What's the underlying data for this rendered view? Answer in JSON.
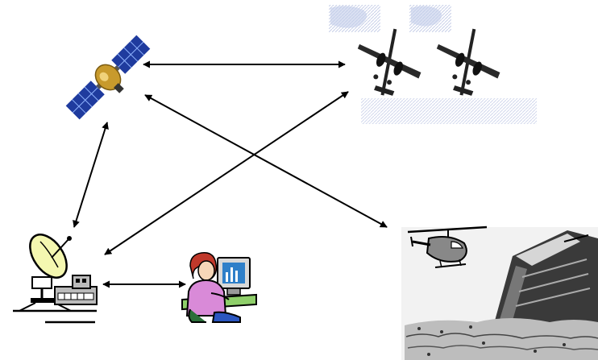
{
  "nodes": {
    "satellite": {
      "icon": "satellite-icon"
    },
    "aircraft": {
      "icon": "aircraft-pair-icon"
    },
    "ground_station": {
      "icon": "satellite-dish-ground-station-icon"
    },
    "operator": {
      "icon": "computer-operator-icon"
    },
    "disaster_scene": {
      "icon": "disaster-scene-icon"
    }
  },
  "links": [
    {
      "from": "satellite",
      "to": "aircraft",
      "direction": "both"
    },
    {
      "from": "satellite",
      "to": "disaster_scene",
      "direction": "both"
    },
    {
      "from": "satellite",
      "to": "ground_station",
      "direction": "both"
    },
    {
      "from": "ground_station",
      "to": "aircraft",
      "direction": "both"
    },
    {
      "from": "ground_station",
      "to": "operator",
      "direction": "both"
    }
  ],
  "colors": {
    "arrow": "#000000",
    "satellite_panel": "#1f3b9e",
    "satellite_body": "#c89a2c",
    "sky_speckle": "#7f93c9",
    "monitor_screen": "#2e7fc9",
    "operator_shirt": "#d98ad8",
    "operator_hair": "#c0392b",
    "desk": "#8fcf6a",
    "dish": "#f4f7b0"
  }
}
